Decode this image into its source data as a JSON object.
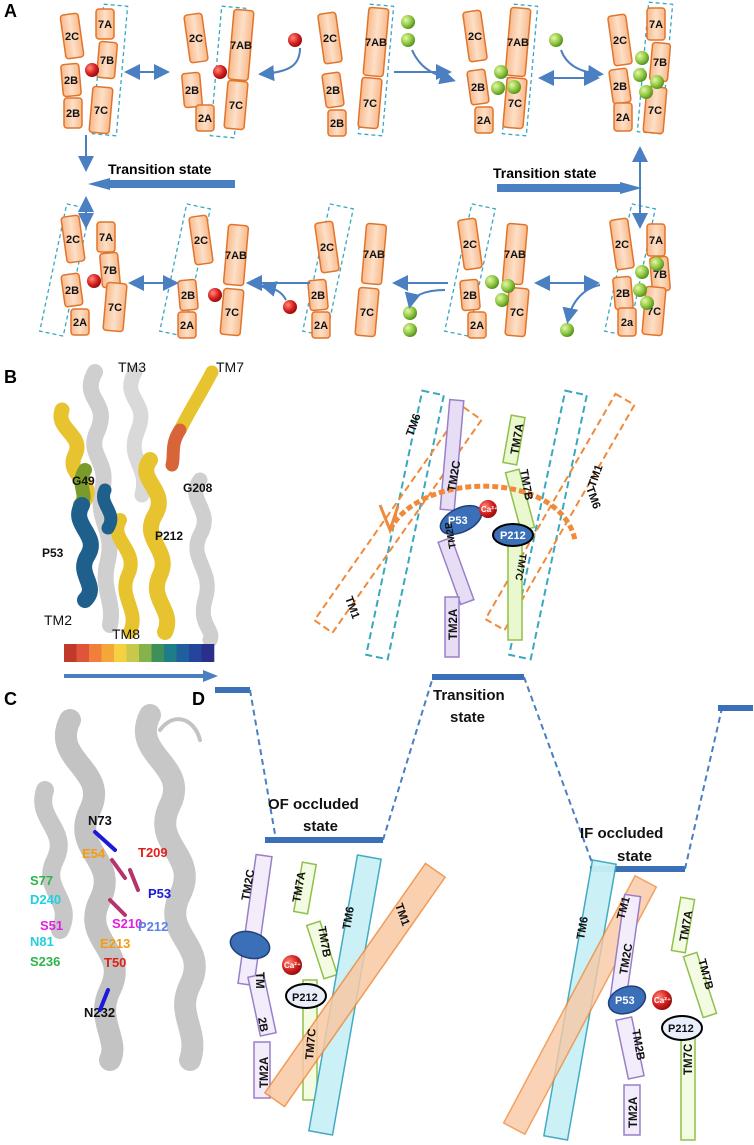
{
  "panels": {
    "a": "A",
    "b": "B",
    "c": "C",
    "d": "D"
  },
  "panel_a": {
    "transition_left": "Transition state",
    "transition_right": "Transition state",
    "labels": {
      "c2": "2C",
      "b2": "2B",
      "a2": "2A",
      "a2_lower": "2a",
      "a7": "7A",
      "b7": "7B",
      "c7": "7C",
      "ab7": "7AB"
    }
  },
  "panel_b": {
    "tm3": "TM3",
    "tm7": "TM7",
    "tm2": "TM2",
    "tm8": "TM8",
    "g49": "G49",
    "g208": "G208",
    "p53": "P53",
    "p212": "P212",
    "schematic": {
      "tm6": "TM6",
      "tm1": "TM1",
      "tm2c": "TM2C",
      "tm2b": "TM2B",
      "tm2a": "TM2A",
      "tm7a": "TM7A",
      "tm7b": "TM7B",
      "tm7c": "TM7C",
      "p53": "P53",
      "p212": "P212",
      "ca": "Ca²⁺"
    },
    "spectrum": [
      "#c0392b",
      "#e0553a",
      "#ef7f3a",
      "#f4a63b",
      "#f5d142",
      "#c8c94a",
      "#86b24a",
      "#3f8f5a",
      "#1f7d89",
      "#1e5f9c",
      "#24459b",
      "#2a2f8a"
    ]
  },
  "panel_c": {
    "residues": [
      {
        "text": "N73",
        "color": "#111111"
      },
      {
        "text": "E54",
        "color": "#f39c12"
      },
      {
        "text": "T209",
        "color": "#e0201b"
      },
      {
        "text": "S77",
        "color": "#2fb34a"
      },
      {
        "text": "D240",
        "color": "#20d0e0"
      },
      {
        "text": "P53",
        "color": "#1a1ad8"
      },
      {
        "text": "S51",
        "color": "#e020e0"
      },
      {
        "text": "S210",
        "color": "#e020e0"
      },
      {
        "text": "P212",
        "color": "#5a7fe8"
      },
      {
        "text": "N81",
        "color": "#20d0e0"
      },
      {
        "text": "E213",
        "color": "#f39c12"
      },
      {
        "text": "S236",
        "color": "#2fb34a"
      },
      {
        "text": "T50",
        "color": "#e0201b"
      },
      {
        "text": "N232",
        "color": "#111111"
      }
    ]
  },
  "panel_d": {
    "transition": "Transition",
    "transition2": "state",
    "of": "OF occluded",
    "of2": "state",
    "if": "IF occluded",
    "if2": "state",
    "of_schematic": {
      "tm2c": "TM2C",
      "tm7a": "TM7A",
      "tm7b": "TM7B",
      "tm7c": "TM7C",
      "tm6": "TM6",
      "tm1": "TM1",
      "tm": "TM",
      "b2": "2B",
      "tm2a": "TM2A",
      "p212": "P212",
      "ca": "Ca²⁺"
    },
    "if_schematic": {
      "tm6": "TM6",
      "tm1": "TM1",
      "tm2c": "TM2C",
      "tm7a": "TM7A",
      "tm7b": "TM7B",
      "p53": "P53",
      "p212": "P212",
      "tm2b": "TM2B",
      "tm7c": "TM7C",
      "tm2a": "TM2A",
      "ca": "Ca²⁺"
    }
  }
}
